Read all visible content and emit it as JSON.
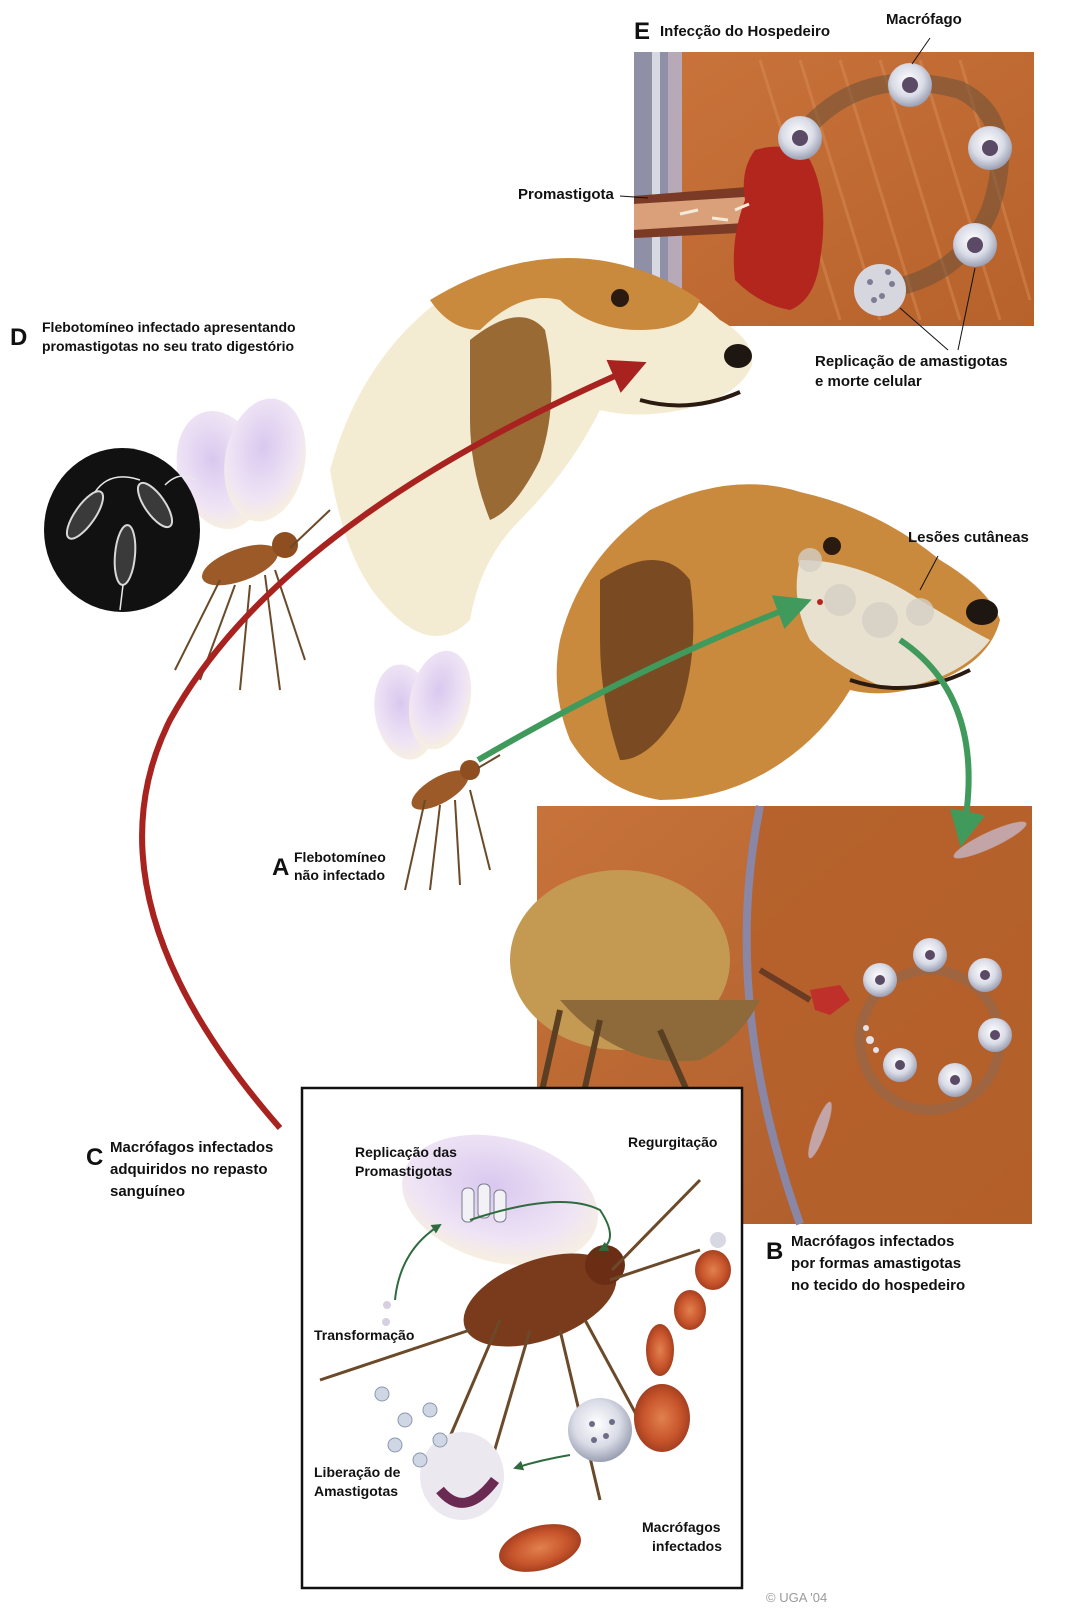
{
  "labels": {
    "E_letter": "E",
    "E_title": "Infecção do Hospedeiro",
    "macrofago": "Macrófago",
    "promastigota": "Promastigota",
    "replicacao_amastigotas": [
      "Replicação de amastigotas",
      "e morte celular"
    ],
    "D_letter": "D",
    "D_text": [
      "Flebotomíneo infectado apresentando",
      "promastigotas no seu trato digestório"
    ],
    "lesoes": "Lesões cutâneas",
    "A_letter": "A",
    "A_text": [
      "Flebotomíneo",
      "não infectado"
    ],
    "C_letter": "C",
    "C_text": [
      "Macrófagos infectados",
      "adquiridos no repasto",
      "sanguíneo"
    ],
    "B_letter": "B",
    "B_text": [
      "Macrófagos infectados",
      "por formas amastigotas",
      "no tecido do hospedeiro"
    ],
    "box": {
      "replicacao_promastigotas": [
        "Replicação das",
        "Promastigotas"
      ],
      "regurgitacao": "Regurgitação",
      "transformacao": "Transformação",
      "liberacao": [
        "Liberação de",
        "Amastigotas"
      ],
      "macrofagos_infectados": [
        "Macrófagos",
        "infectados"
      ]
    },
    "signature": "© UGA '04"
  },
  "colors": {
    "red_arrow": "#a8231f",
    "green_arrow": "#3f9a5c",
    "dog_tan": "#c98a3e",
    "dog_brown": "#6b4a2a",
    "dog_cream": "#f4ecd2",
    "tissue": "#c0672e",
    "blood": "#b3261e"
  }
}
